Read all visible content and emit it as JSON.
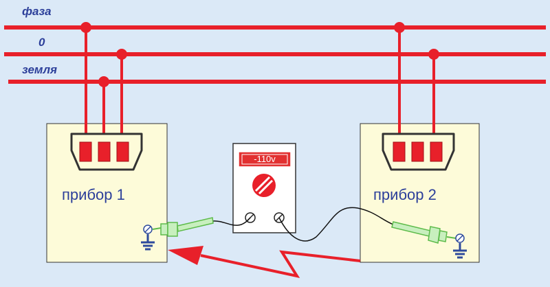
{
  "bus_lines": {
    "phase": "фаза",
    "neutral": "0",
    "ground": "земля"
  },
  "devices": [
    {
      "label": "прибор 1"
    },
    {
      "label": "прибор 2"
    }
  ],
  "multimeter": {
    "reading": "-110v"
  },
  "colors": {
    "background": "#dbe9f7",
    "wire": "#e8202a",
    "device_fill": "#fdfbd9",
    "label": "#2c3f9a",
    "probe": "#5dbb4a",
    "ground_symbol": "#2d4a9c"
  },
  "icons": {
    "terminal": "ground-terminal-icon",
    "ground": "earth-ground-icon",
    "meter_face": "meter-dial-icon",
    "leak_path": "lightning-arrow-icon"
  }
}
